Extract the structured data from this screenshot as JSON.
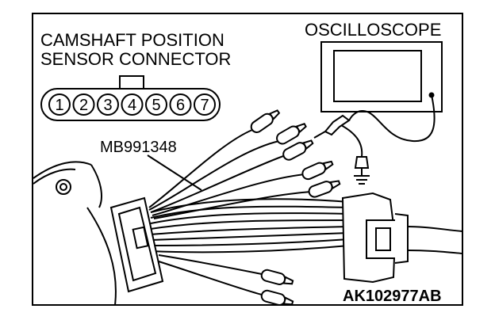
{
  "labels": {
    "connector_title_line1": "CAMSHAFT POSITION",
    "connector_title_line2": "SENSOR CONNECTOR",
    "oscilloscope": "OSCILLOSCOPE",
    "tool_number": "MB991348",
    "figure_code": "AK102977AB"
  },
  "connector_pins": [
    "1",
    "2",
    "3",
    "4",
    "5",
    "6",
    "7"
  ]
}
